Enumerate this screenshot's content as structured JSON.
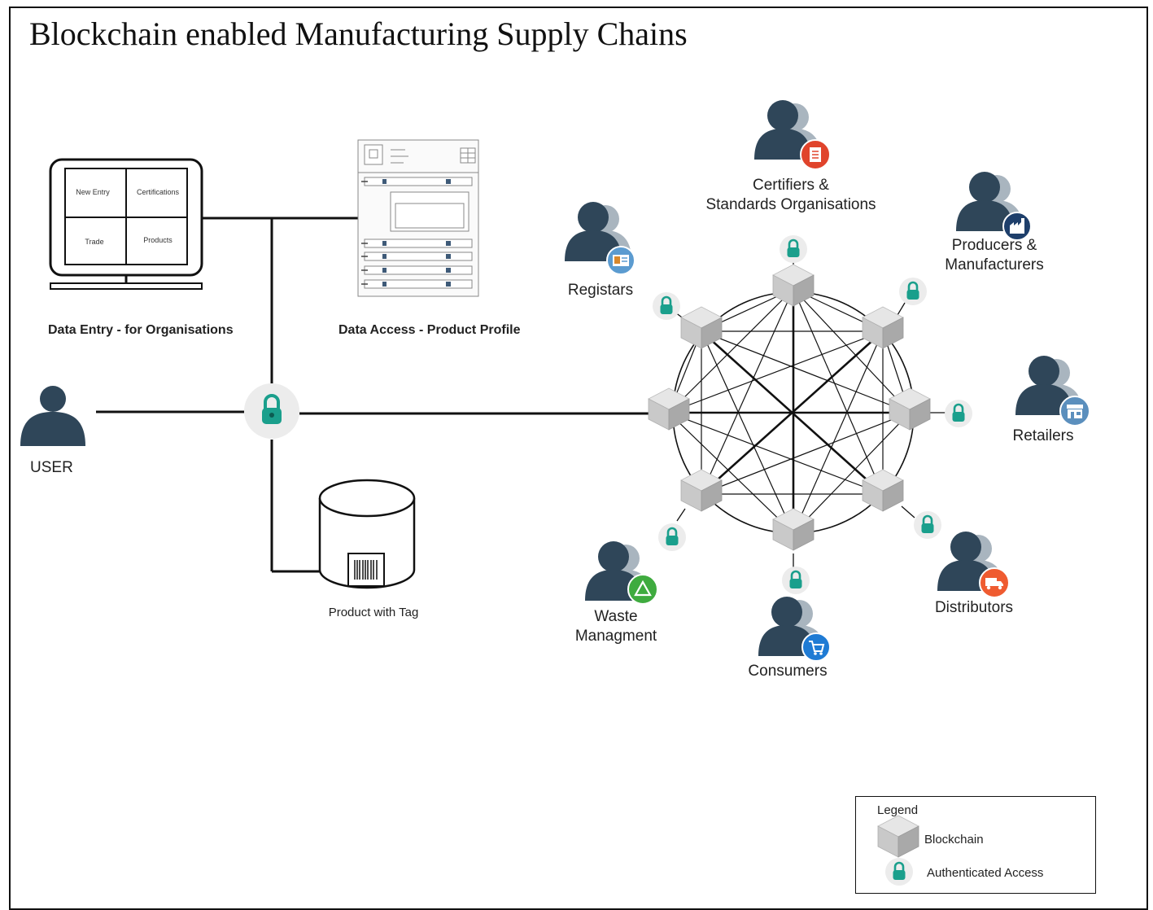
{
  "title": "Blockchain enabled Manufacturing Supply Chains",
  "data_entry": {
    "caption": "Data Entry -  for Organisations",
    "cells": [
      "New Entry",
      "Certifications",
      "Trade",
      "Products"
    ]
  },
  "data_access": {
    "caption": "Data Access - Product Profile"
  },
  "user": {
    "label": "USER"
  },
  "product": {
    "label": "Product with Tag"
  },
  "actors": {
    "certifiers": [
      "Certifiers &",
      "Standards Organisations"
    ],
    "producers": [
      "Producers &",
      "Manufacturers"
    ],
    "registars": [
      "Registars"
    ],
    "retailers": [
      "Retailers"
    ],
    "distributors": [
      "Distributors"
    ],
    "consumers": [
      "Consumers"
    ],
    "waste": [
      "Waste",
      "Managment"
    ]
  },
  "legend": {
    "title": "Legend",
    "blockchain": "Blockchain",
    "access": "Authenticated Access"
  },
  "colors": {
    "person": "#2f4659",
    "lock": "#1a9f8c",
    "certifiers_badge": "#e0442c",
    "producers_badge": "#1e3f6b",
    "registars_badge": "#5b9bd0",
    "retailers_badge": "#5b8fbd",
    "distributors_badge": "#ef5b30",
    "consumers_badge": "#1f7bd4",
    "waste_badge": "#3fab3f"
  },
  "icons": [
    "person-icon",
    "lock-icon",
    "blockchain-cube-icon",
    "monitor-icon",
    "database-icon",
    "barcode-icon",
    "document-icon",
    "factory-icon",
    "id-card-icon",
    "store-icon",
    "truck-icon",
    "cart-icon",
    "recycle-icon"
  ]
}
